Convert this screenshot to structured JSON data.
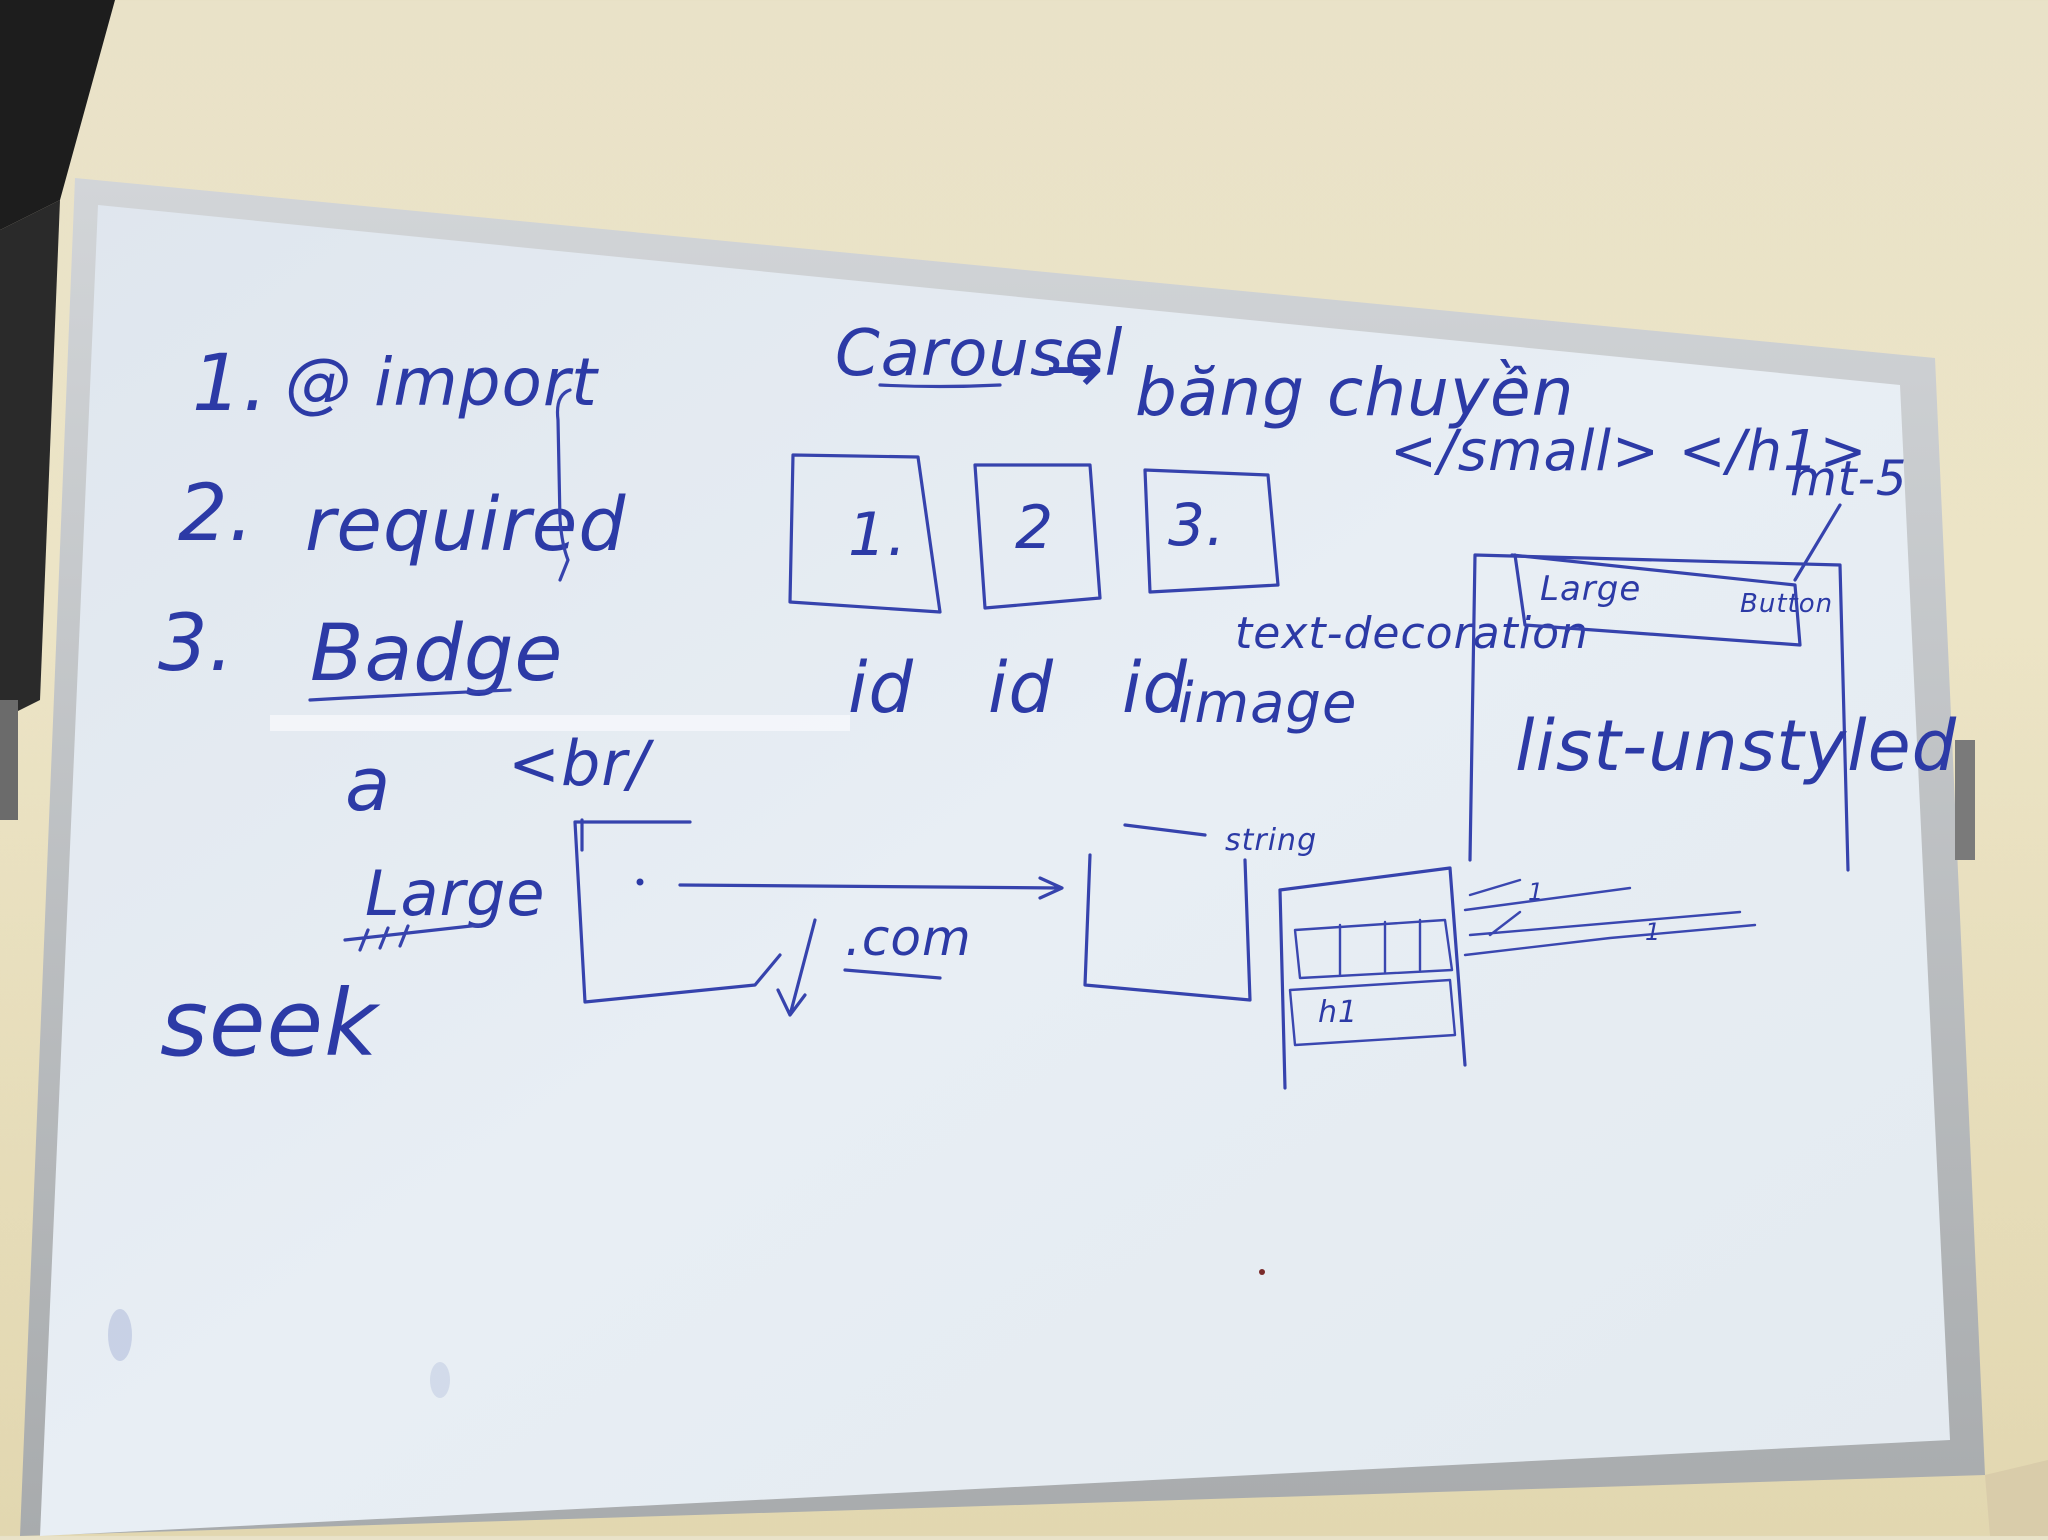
{
  "board": {
    "list": [
      {
        "number": "1.",
        "text": "@ import"
      },
      {
        "number": "2.",
        "text": "required"
      },
      {
        "number": "3.",
        "text": "Badge"
      }
    ],
    "carousel_word": "Carousel",
    "arrow": "→",
    "translation": "băng chuyền",
    "closing_tags": "</small> </h1>",
    "margin_class": "mt-5",
    "slides": [
      {
        "label": "1.",
        "caption": "id"
      },
      {
        "label": "2",
        "caption": "id"
      },
      {
        "label": "3.",
        "caption": "id"
      }
    ],
    "image_word": "image",
    "text_decoration": "text-decoration",
    "navbar_left": "Large",
    "navbar_right": "Button",
    "list_unstyled": "list-unstyled",
    "letter_a": "a",
    "br_tag": "<br/",
    "large_word": "Large",
    "seek_word": "seek",
    "com_word": ".com",
    "string_word": "string",
    "h1_word": "h1",
    "wire_label_1": "1",
    "wire_label_2": "1"
  },
  "colors": {
    "ink": "#2c3aa6",
    "board": "#e6ecf2",
    "frame": "#b9bcbf",
    "wall": "#ebe3c5"
  }
}
